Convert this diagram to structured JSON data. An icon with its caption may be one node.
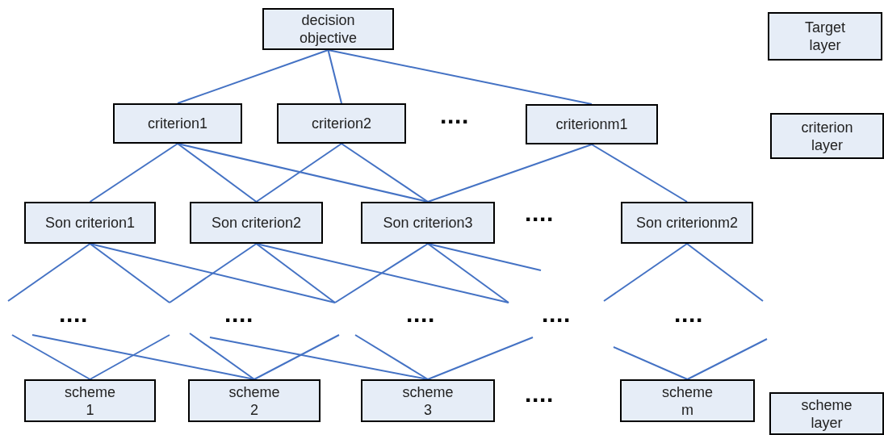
{
  "diagram": {
    "nodes": [
      {
        "text": [
          "decision objective"
        ]
      },
      {
        "text": [
          "Target layer"
        ]
      },
      {
        "text": [
          "criterion1"
        ]
      },
      {
        "text": [
          "criterion2"
        ]
      },
      {
        "text": [
          "criterionm1"
        ]
      },
      {
        "text": [
          "criterion layer"
        ]
      },
      {
        "text": [
          "Son criterion1"
        ]
      },
      {
        "text": [
          "Son criterion2"
        ]
      },
      {
        "text": [
          "Son criterion3"
        ]
      },
      {
        "text": [
          "Son criterionm2"
        ]
      },
      {
        "text": [
          "scheme 1"
        ]
      },
      {
        "text": [
          "scheme 2"
        ]
      },
      {
        "text": [
          "scheme 3"
        ]
      },
      {
        "text": [
          "scheme m"
        ]
      },
      {
        "text": [
          "scheme layer"
        ]
      }
    ],
    "edges": [
      {
        "from": 0,
        "to": 2,
        "arrow": "none"
      },
      {
        "from": 0,
        "to": 3,
        "arrow": "none"
      },
      {
        "from": 0,
        "to": 4,
        "arrow": "none"
      },
      {
        "from": 2,
        "to": 6,
        "arrow": "none"
      },
      {
        "from": 2,
        "to": 7,
        "arrow": "none"
      },
      {
        "from": 2,
        "to": 8,
        "arrow": "none"
      },
      {
        "from": 3,
        "to": 7,
        "arrow": "none"
      },
      {
        "from": 3,
        "to": 8,
        "arrow": "none"
      },
      {
        "from": 4,
        "to": 8,
        "arrow": "none"
      },
      {
        "from": 4,
        "to": 9,
        "arrow": "none"
      },
      {
        "from": 6,
        "to": null,
        "arrow": "none"
      },
      {
        "from": 6,
        "to": null,
        "arrow": "none"
      },
      {
        "from": 6,
        "to": null,
        "arrow": "none"
      },
      {
        "from": 7,
        "to": null,
        "arrow": "none"
      },
      {
        "from": 7,
        "to": null,
        "arrow": "none"
      },
      {
        "from": 7,
        "to": null,
        "arrow": "none"
      },
      {
        "from": 8,
        "to": null,
        "arrow": "none"
      },
      {
        "from": 8,
        "to": null,
        "arrow": "none"
      },
      {
        "from": 8,
        "to": null,
        "arrow": "none"
      },
      {
        "from": 9,
        "to": null,
        "arrow": "none"
      },
      {
        "from": 9,
        "to": null,
        "arrow": "none"
      },
      {
        "from": null,
        "to": 10,
        "arrow": "none"
      },
      {
        "from": null,
        "to": 10,
        "arrow": "none"
      },
      {
        "from": null,
        "to": 11,
        "arrow": "none"
      },
      {
        "from": null,
        "to": 11,
        "arrow": "none"
      },
      {
        "from": null,
        "to": 11,
        "arrow": "none"
      },
      {
        "from": null,
        "to": 12,
        "arrow": "none"
      },
      {
        "from": null,
        "to": 12,
        "arrow": "none"
      },
      {
        "from": null,
        "to": 12,
        "arrow": "none"
      },
      {
        "from": null,
        "to": 13,
        "arrow": "none"
      },
      {
        "from": null,
        "to": 13,
        "arrow": "none"
      }
    ],
    "labels": [
      "····",
      "····",
      "····",
      "····",
      "····",
      "····",
      "····",
      "····"
    ]
  }
}
